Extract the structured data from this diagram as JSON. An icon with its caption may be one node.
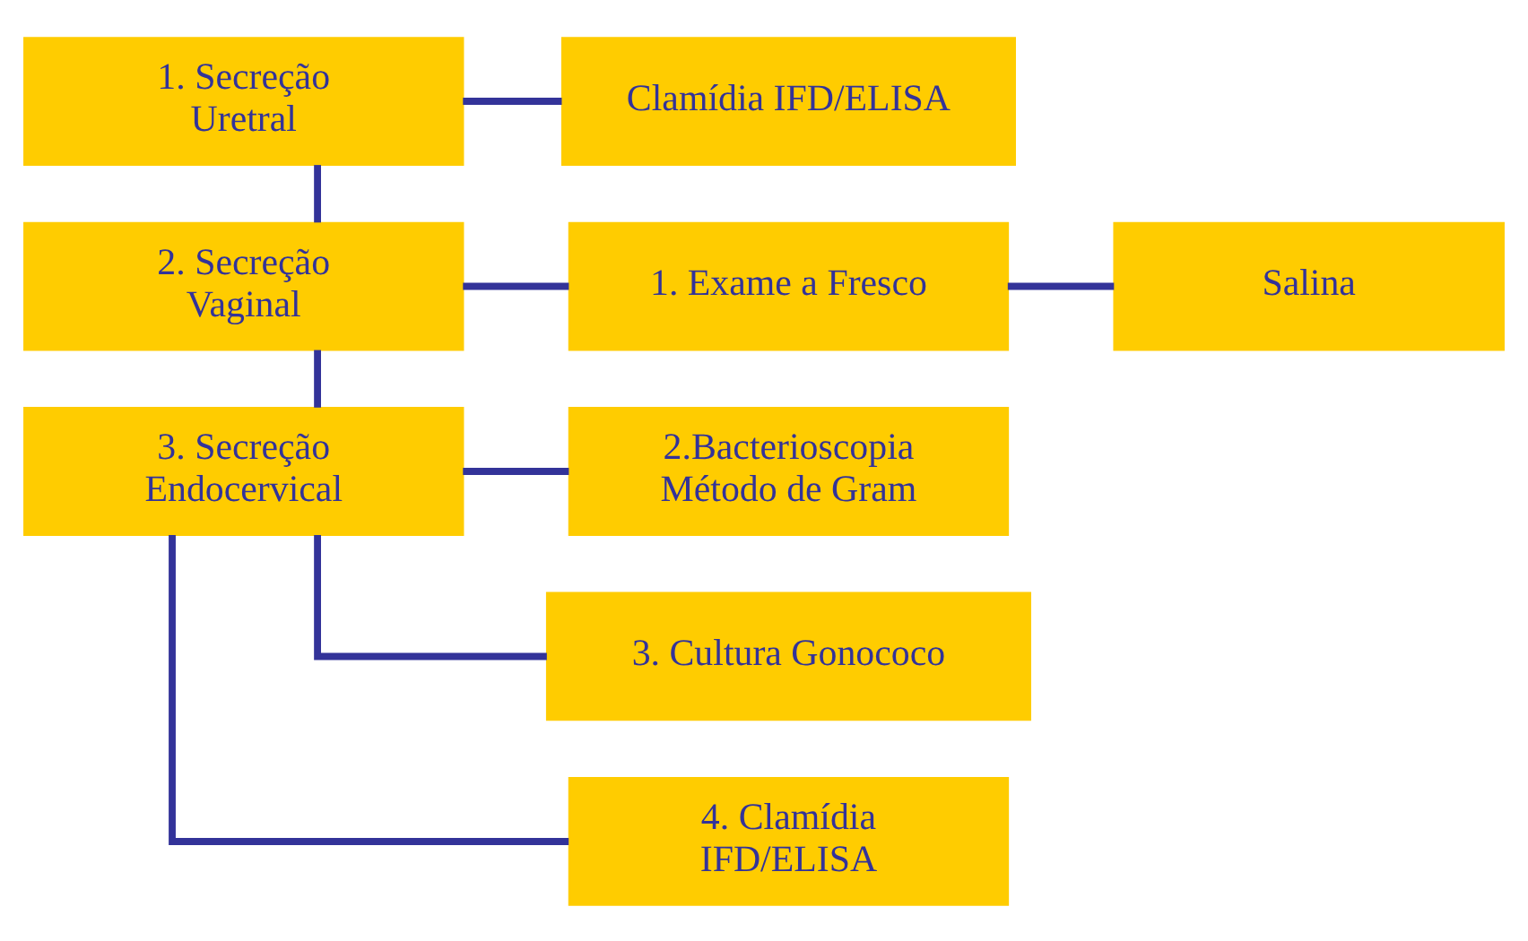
{
  "diagram": {
    "nodes": [
      {
        "text": [
          "1. Secreção Uretral"
        ]
      },
      {
        "text": [
          "Clamídia IFD/ELISA"
        ]
      },
      {
        "text": [
          "2. Secreção Vaginal"
        ]
      },
      {
        "text": [
          "1. Exame a Fresco"
        ]
      },
      {
        "text": [
          "Salina"
        ]
      },
      {
        "text": [
          "3. Secreção Endocervical"
        ]
      },
      {
        "text": [
          "2.Bacterioscopia Método de Gram"
        ]
      },
      {
        "text": [
          "3. Cultura Gonococo"
        ]
      },
      {
        "text": [
          "4. Clamídia IFD/ELISA"
        ]
      }
    ],
    "edges": [
      {
        "from": 0,
        "to": 1,
        "arrow": "none"
      },
      {
        "from": 0,
        "to": 2,
        "arrow": "none"
      },
      {
        "from": 2,
        "to": 3,
        "arrow": "none"
      },
      {
        "from": 3,
        "to": 4,
        "arrow": "none"
      },
      {
        "from": 2,
        "to": 5,
        "arrow": "none"
      },
      {
        "from": 5,
        "to": 6,
        "arrow": "none"
      },
      {
        "from": 5,
        "to": 7,
        "arrow": "none"
      },
      {
        "from": 5,
        "to": 8,
        "arrow": "none"
      }
    ]
  }
}
